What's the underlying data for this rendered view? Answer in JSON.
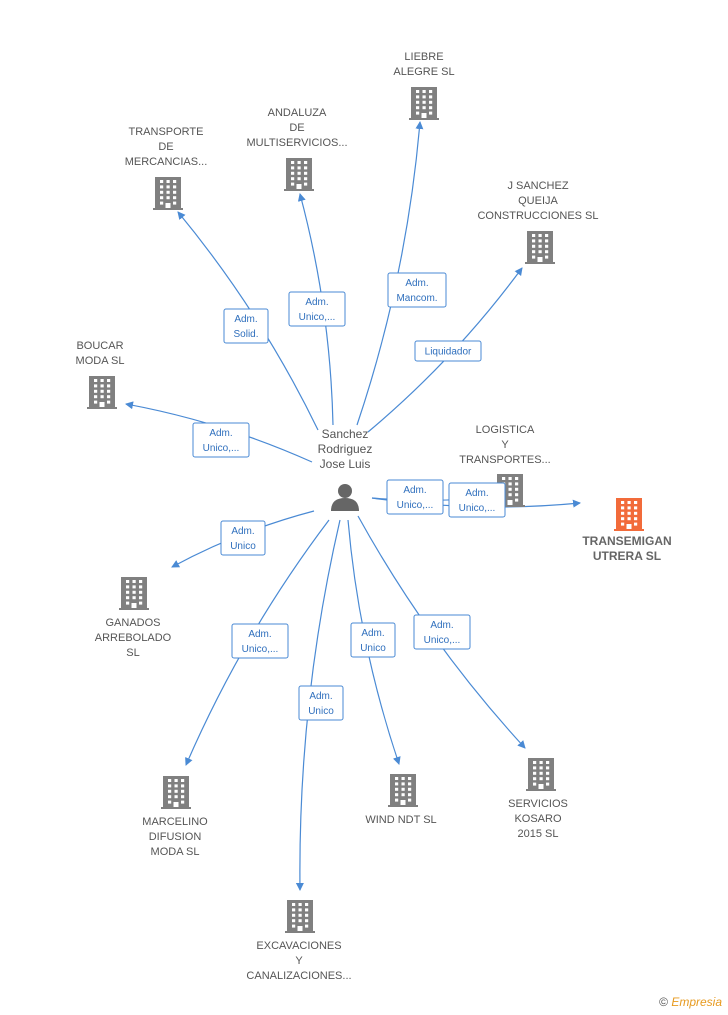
{
  "center": {
    "label_lines": [
      "Sanchez",
      "Rodriguez",
      "Jose Luis"
    ],
    "icon": "person-icon"
  },
  "colors": {
    "edge": "#4a8ad4",
    "node": "#808080",
    "highlight": "#f26b3a"
  },
  "nodes": [
    {
      "id": "liebre",
      "lines": [
        "LIEBRE",
        "ALEGRE SL"
      ],
      "highlight": false
    },
    {
      "id": "andaluza",
      "lines": [
        "ANDALUZA",
        "DE",
        "MULTISERVICIOS..."
      ],
      "highlight": false
    },
    {
      "id": "transporte",
      "lines": [
        "TRANSPORTE",
        "DE",
        "MERCANCIAS..."
      ],
      "highlight": false
    },
    {
      "id": "jsanchez",
      "lines": [
        "J SANCHEZ",
        "QUEIJA",
        "CONSTRUCCIONES SL"
      ],
      "highlight": false
    },
    {
      "id": "boucar",
      "lines": [
        "BOUCAR",
        "MODA SL"
      ],
      "highlight": false
    },
    {
      "id": "logistica",
      "lines": [
        "LOGISTICA",
        "Y",
        "TRANSPORTES..."
      ],
      "highlight": false
    },
    {
      "id": "transemigan",
      "lines": [
        "TRANSEMIGAN",
        "UTRERA SL"
      ],
      "highlight": true
    },
    {
      "id": "ganados",
      "lines": [
        "GANADOS",
        "ARREBOLADO",
        "SL"
      ],
      "highlight": false
    },
    {
      "id": "marcelino",
      "lines": [
        "MARCELINO",
        "DIFUSION",
        "MODA SL"
      ],
      "highlight": false
    },
    {
      "id": "excavaciones",
      "lines": [
        "EXCAVACIONES",
        "Y",
        "CANALIZACIONES..."
      ],
      "highlight": false
    },
    {
      "id": "wind",
      "lines": [
        "WIND NDT SL"
      ],
      "highlight": false
    },
    {
      "id": "servicios",
      "lines": [
        "SERVICIOS",
        "KOSARO",
        "2015 SL"
      ],
      "highlight": false
    }
  ],
  "edges": [
    {
      "to": "liebre",
      "lines": [
        "Adm.",
        "Mancom."
      ]
    },
    {
      "to": "andaluza",
      "lines": [
        "Adm.",
        "Unico,..."
      ]
    },
    {
      "to": "transporte",
      "lines": [
        "Adm.",
        "Solid."
      ]
    },
    {
      "to": "jsanchez",
      "lines": [
        "Liquidador"
      ]
    },
    {
      "to": "boucar",
      "lines": [
        "Adm.",
        "Unico,..."
      ]
    },
    {
      "to": "logistica",
      "lines": [
        "Adm.",
        "Unico,..."
      ]
    },
    {
      "to": "transemigan",
      "lines": [
        "Adm.",
        "Unico,..."
      ]
    },
    {
      "to": "ganados",
      "lines": [
        "Adm.",
        "Unico"
      ]
    },
    {
      "to": "marcelino",
      "lines": [
        "Adm.",
        "Unico,..."
      ]
    },
    {
      "to": "excavaciones",
      "lines": [
        "Adm.",
        "Unico"
      ]
    },
    {
      "to": "wind",
      "lines": [
        "Adm.",
        "Unico"
      ]
    },
    {
      "to": "servicios",
      "lines": [
        "Adm.",
        "Unico,..."
      ]
    }
  ],
  "footer": {
    "copyright": "©",
    "brand": "Empresia"
  }
}
